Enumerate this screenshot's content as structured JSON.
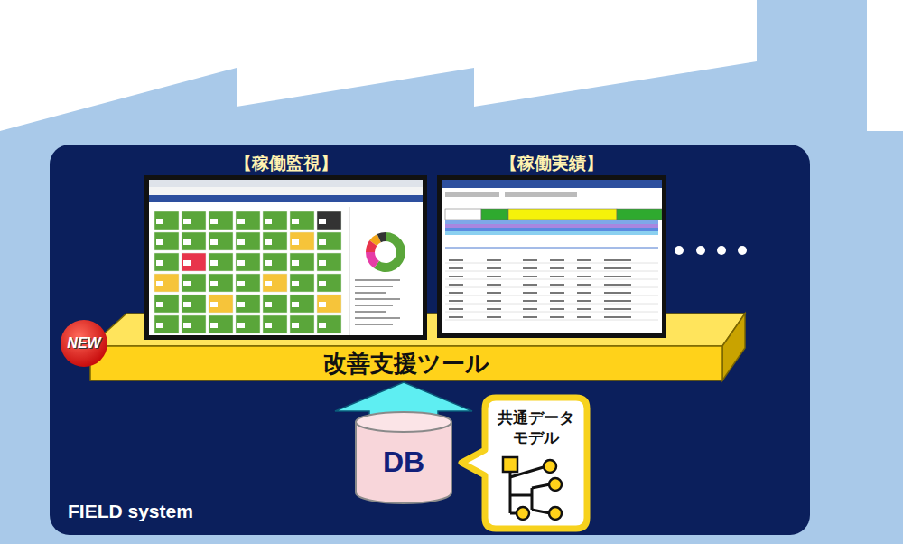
{
  "diagram": {
    "nodes": [
      {
        "text": [
          "FIELD system"
        ]
      },
      {
        "text": [
          "【稼働監視】"
        ],
        "in": 0
      },
      {
        "text": [
          "【稼働実績】"
        ],
        "in": 0
      },
      {
        "text": [
          "改善支援ツール"
        ],
        "in": 0
      },
      {
        "text": [
          "NEW"
        ],
        "in": 0
      },
      {
        "text": [
          "DB"
        ],
        "in": 0
      },
      {
        "text": [
          "共通データ モデル"
        ],
        "in": 0
      }
    ],
    "edges": [
      {
        "from": 5,
        "to": 3,
        "arrow": "to"
      }
    ]
  }
}
